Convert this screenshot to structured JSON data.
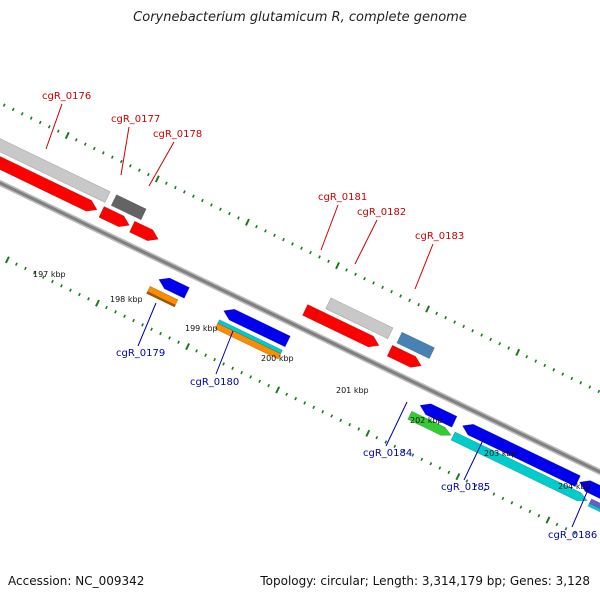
{
  "title": "Corynebacterium glutamicum R, complete genome",
  "footer": {
    "accession": "Accession: NC_009342",
    "summary": "Topology: circular; Length: 3,314,179 bp; Genes: 3,128"
  },
  "colors": {
    "backbone": "#808080",
    "tick_marks": "#1e7a1e",
    "label_top": "#cc0000",
    "label_bottom": "#0000aa"
  },
  "ticks": [
    "197 kbp",
    "198 kbp",
    "199 kbp",
    "200 kbp",
    "201 kbp",
    "202 kbp",
    "203 kbp",
    "204 kbp"
  ],
  "genes_top": [
    {
      "label": "cgR_0176",
      "color": "#c8c8c8"
    },
    {
      "label": "cgR_0177",
      "color": "#646464"
    },
    {
      "label": "cgR_0178",
      "color": "#ff0000"
    },
    {
      "label": "cgR_0181",
      "color": "#ff0000"
    },
    {
      "label": "cgR_0182",
      "color": "#c8c8c8"
    },
    {
      "label": "cgR_0183",
      "color": "#4682b4"
    }
  ],
  "genes_bottom": [
    {
      "label": "cgR_0179",
      "color": "#ff8c00"
    },
    {
      "label": "cgR_0180",
      "color": "#00cccc"
    },
    {
      "label": "cgR_0184",
      "color": "#33cc33"
    },
    {
      "label": "cgR_0185",
      "color": "#00cccc"
    },
    {
      "label": "cgR_0186",
      "color": "#0000ff"
    }
  ]
}
